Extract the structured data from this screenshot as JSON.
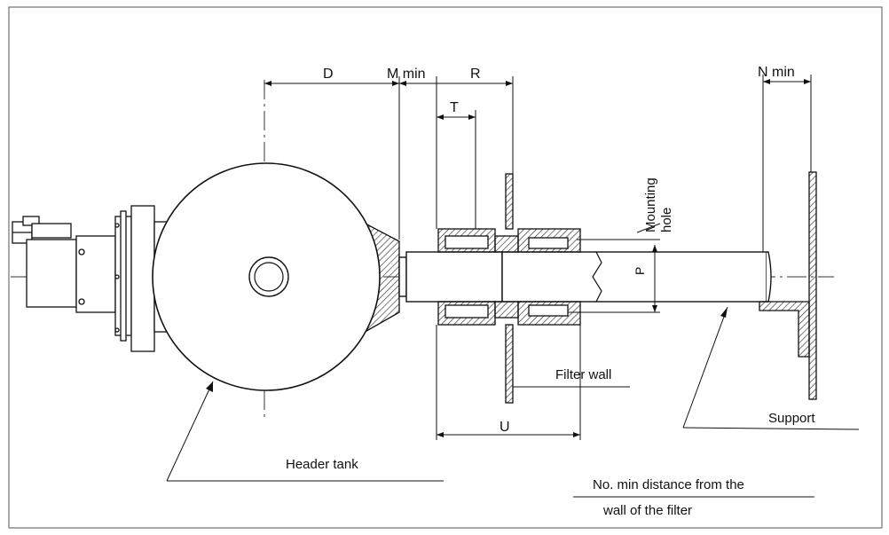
{
  "dimensions": {
    "d": "D",
    "m_min": "M min",
    "r": "R",
    "t": "T",
    "n_min": "N min",
    "u": "U",
    "p": "P"
  },
  "labels": {
    "mounting": "Mounting",
    "hole": "hole",
    "filter_wall": "Filter wall",
    "support": "Support",
    "header_tank": "Header tank",
    "note_line1": "No. min distance from the",
    "note_line2": "wall of the filter"
  }
}
